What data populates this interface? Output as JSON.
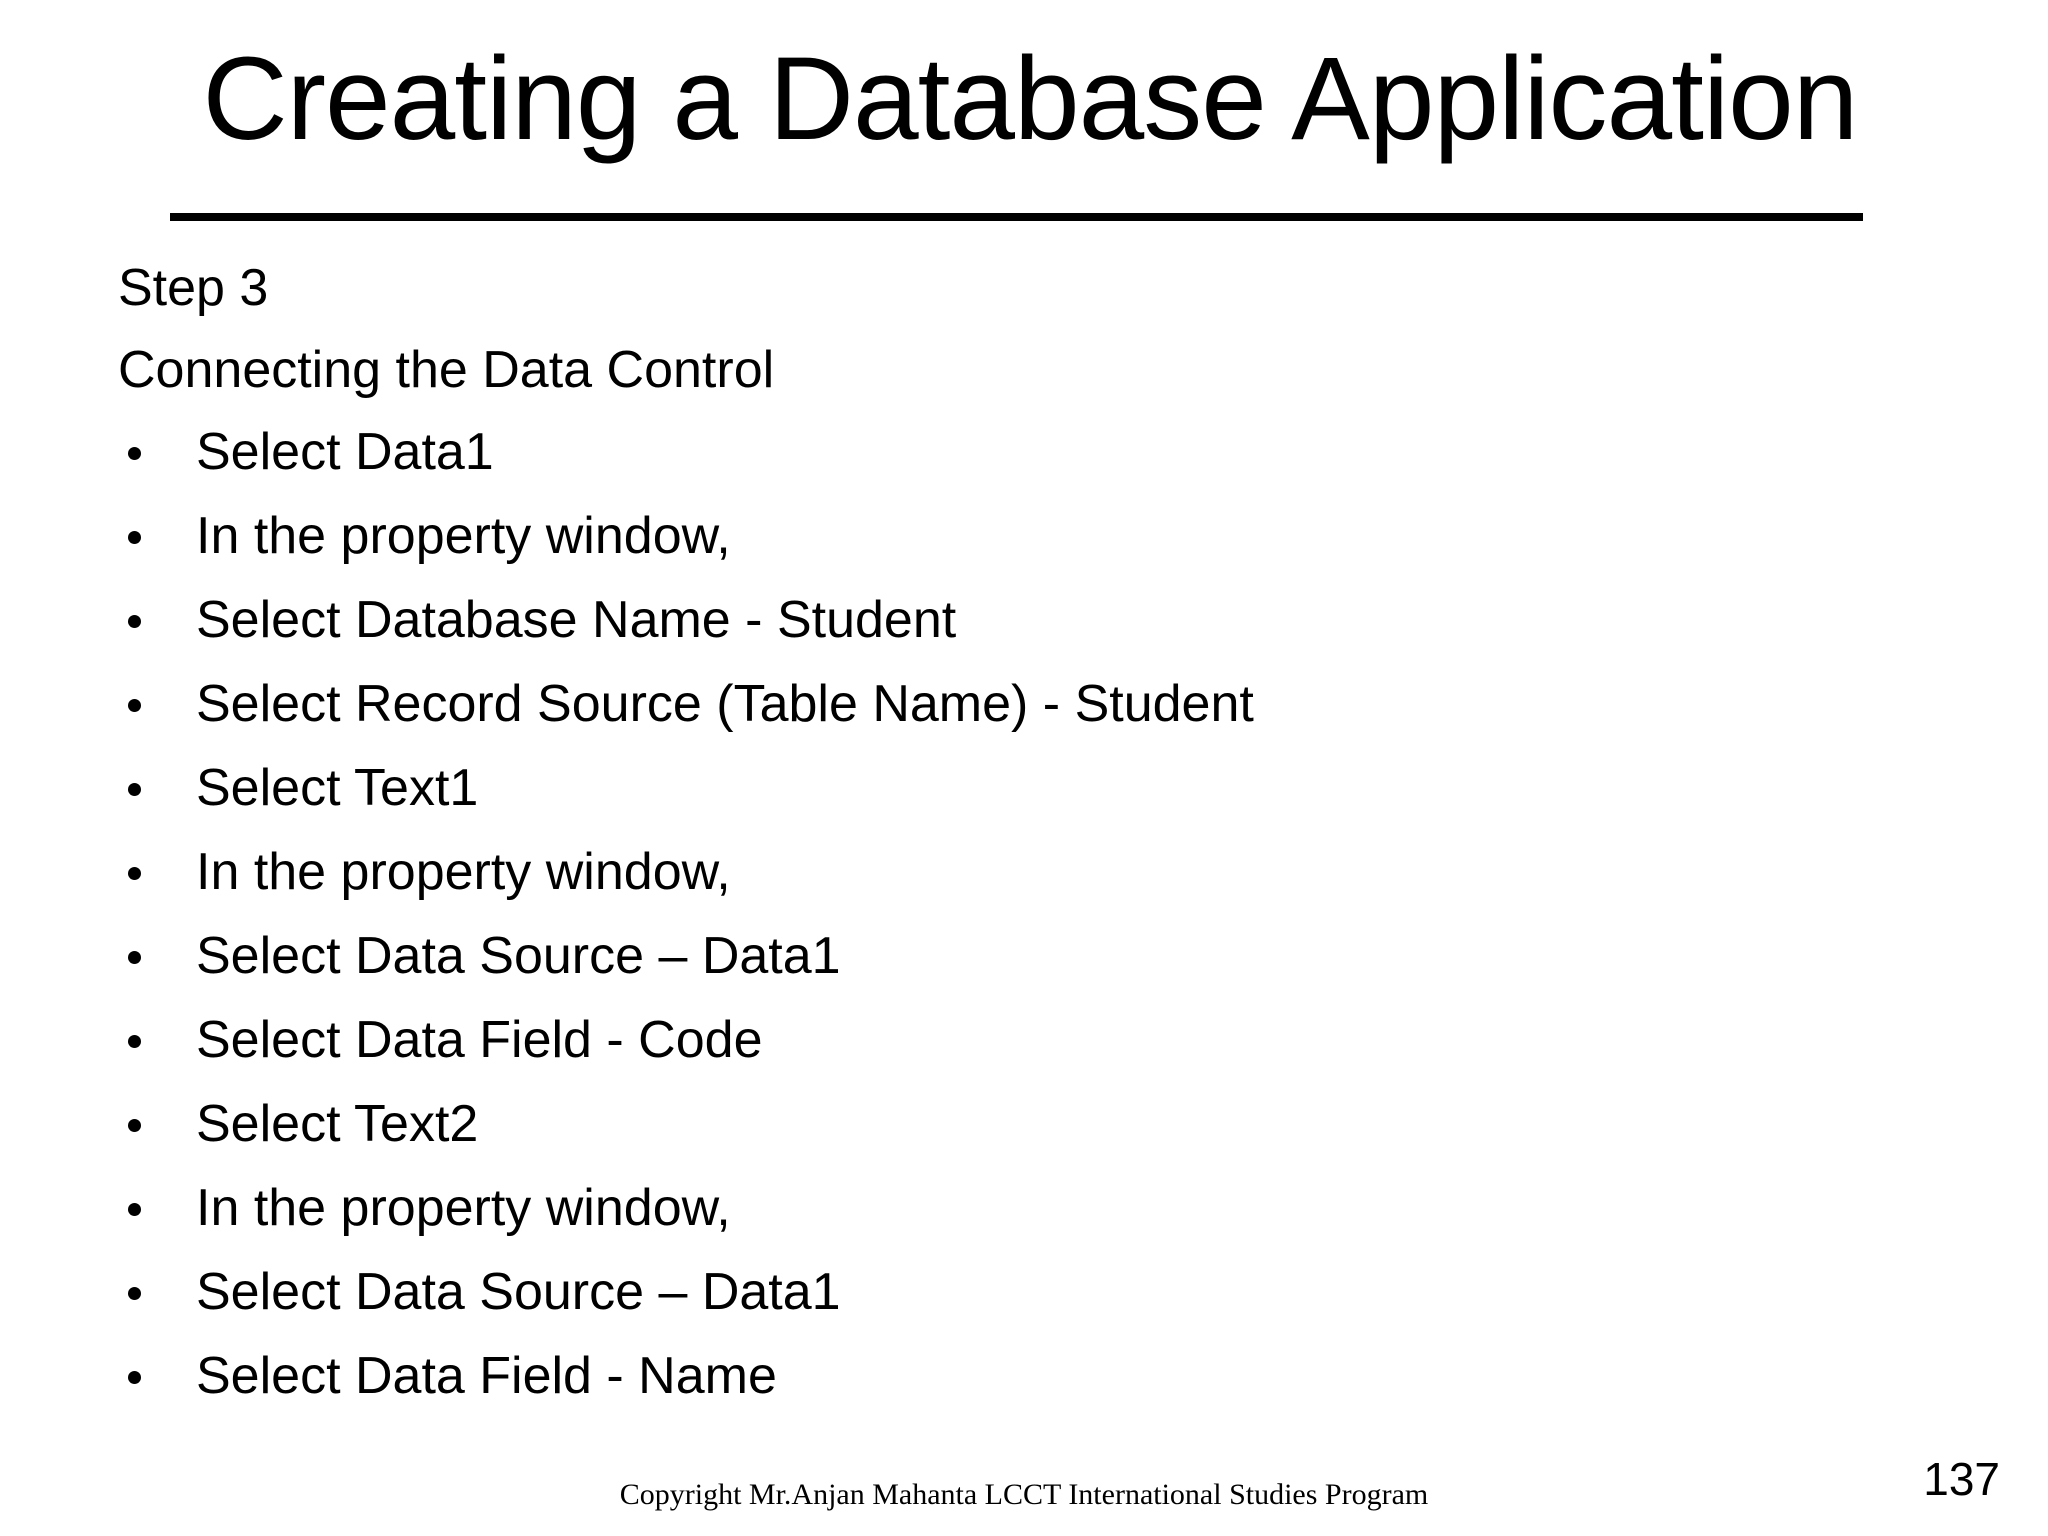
{
  "slide": {
    "title": "Creating a Database Application",
    "background_color": "#ffffff",
    "text_color": "#000000",
    "rule_color": "#000000"
  },
  "body": {
    "lead_lines": [
      "Step 3",
      "Connecting the Data Control"
    ],
    "bullets": [
      "Select Data1",
      "In the property window,",
      "Select Database Name - Student",
      "Select Record Source (Table Name) - Student",
      "Select Text1",
      "In the property window,",
      "Select Data Source – Data1",
      "Select Data Field - Code",
      "Select Text2",
      "In the property window,",
      "Select Data Source – Data1",
      "Select Data Field - Name"
    ]
  },
  "footer": {
    "copyright": "Copyright Mr.Anjan Mahanta LCCT International Studies Program",
    "page_number": "137"
  }
}
